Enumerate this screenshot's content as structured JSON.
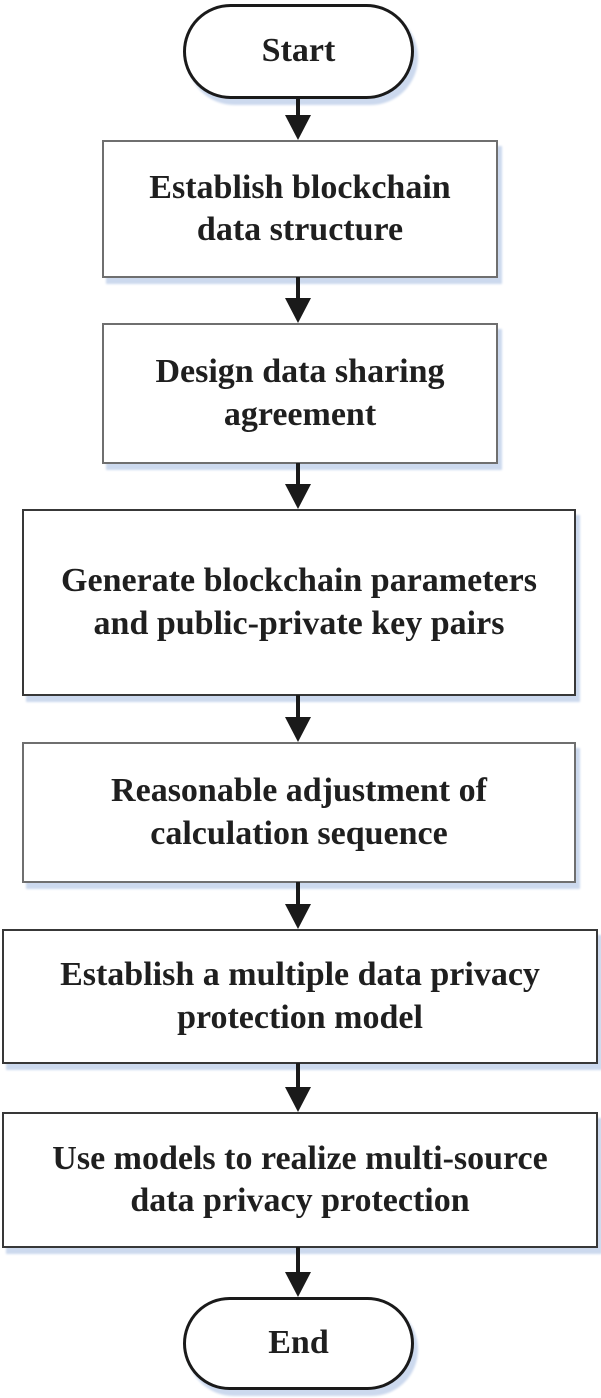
{
  "figure": {
    "type": "flowchart",
    "direction": "top-down"
  },
  "colors": {
    "background": "#ffffff",
    "node_fill": "#ffffff",
    "text": "#1f1f1f",
    "arrow": "#1a1a1a",
    "shadow": "#ccd9ee",
    "terminator_border": "#1a1a1a",
    "process_border": "#6f6f6f",
    "process_border_dark": "#383838"
  },
  "nodes": [
    {
      "id": "start",
      "shape": "terminator",
      "label": "Start",
      "lines": [
        "Start"
      ]
    },
    {
      "id": "establish-blockchain-data-structure",
      "shape": "process",
      "label": "Establish blockchain data structure",
      "lines": [
        "Establish blockchain",
        "data structure"
      ]
    },
    {
      "id": "design-data-sharing-agreement",
      "shape": "process",
      "label": "Design data sharing agreement",
      "lines": [
        "Design data sharing",
        "agreement"
      ]
    },
    {
      "id": "generate-blockchain-parameters",
      "shape": "process",
      "label": "Generate blockchain parameters and public-private key pairs",
      "lines": [
        "Generate blockchain parameters",
        "and public-private key pairs"
      ]
    },
    {
      "id": "reasonable-adjustment-of-calculation-sequence",
      "shape": "process",
      "label": "Reasonable adjustment of calculation sequence",
      "lines": [
        "Reasonable adjustment of",
        "calculation sequence"
      ]
    },
    {
      "id": "establish-multiple-data-privacy-protection-model",
      "shape": "process",
      "label": "Establish a multiple data privacy protection model",
      "lines": [
        "Establish a multiple data privacy",
        "protection model"
      ]
    },
    {
      "id": "use-models-to-realize-multi-source-data-privacy-protection",
      "shape": "process",
      "label": "Use models to realize multi-source data privacy protection",
      "lines": [
        "Use models to realize multi-source",
        "data privacy protection"
      ]
    },
    {
      "id": "end",
      "shape": "terminator",
      "label": "End",
      "lines": [
        "End"
      ]
    }
  ],
  "edges": [
    {
      "from": "start",
      "to": "establish-blockchain-data-structure",
      "direction": "down"
    },
    {
      "from": "establish-blockchain-data-structure",
      "to": "design-data-sharing-agreement",
      "direction": "down"
    },
    {
      "from": "design-data-sharing-agreement",
      "to": "generate-blockchain-parameters",
      "direction": "down"
    },
    {
      "from": "generate-blockchain-parameters",
      "to": "reasonable-adjustment-of-calculation-sequence",
      "direction": "down"
    },
    {
      "from": "reasonable-adjustment-of-calculation-sequence",
      "to": "establish-multiple-data-privacy-protection-model",
      "direction": "down"
    },
    {
      "from": "establish-multiple-data-privacy-protection-model",
      "to": "use-models-to-realize-multi-source-data-privacy-protection",
      "direction": "down"
    },
    {
      "from": "use-models-to-realize-multi-source-data-privacy-protection",
      "to": "end",
      "direction": "down"
    }
  ]
}
